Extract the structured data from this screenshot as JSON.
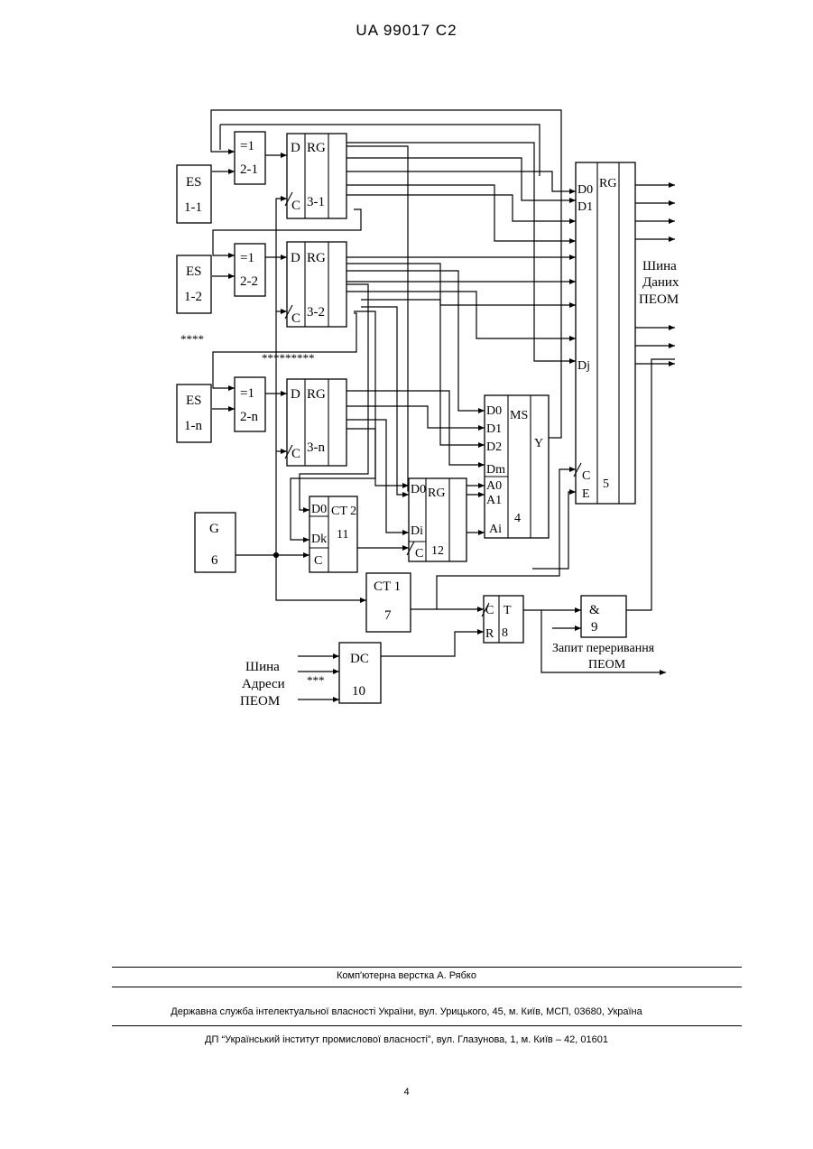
{
  "header": {
    "patent_id": "UA   99017   C2"
  },
  "diagram": {
    "blocks": {
      "es1": {
        "l1": "ES",
        "l2": "1-1"
      },
      "es2": {
        "l1": "ES",
        "l2": "1-2"
      },
      "esn": {
        "l1": "ES",
        "l2": "1-n"
      },
      "xor1": {
        "l1": "=1",
        "l2": "2-1"
      },
      "xor2": {
        "l1": "=1",
        "l2": "2-2"
      },
      "xorn": {
        "l1": "=1",
        "l2": "2-n"
      },
      "rg1": {
        "d": "D",
        "type": "RG",
        "c": "C",
        "num": "3-1"
      },
      "rg2": {
        "d": "D",
        "type": "RG",
        "c": "C",
        "num": "3-2"
      },
      "rgn": {
        "d": "D",
        "type": "RG",
        "c": "C",
        "num": "3-n"
      },
      "gen": {
        "l1": "G",
        "l2": "6"
      },
      "ct2": {
        "d0": "D0",
        "dk": "Dk",
        "c": "C",
        "type": "CT 2",
        "num": "11"
      },
      "rg12": {
        "d0": "D0",
        "di": "Di",
        "c": "C",
        "type": "RG",
        "num": "12"
      },
      "ms": {
        "d0": "D0",
        "d1": "D1",
        "d2": "D2",
        "dm": "Dm",
        "a0": "A0",
        "a1": "A1",
        "ai": "Ai",
        "type": "MS",
        "y": "Y",
        "num": "4"
      },
      "rg5": {
        "d0": "D0",
        "d1": "D1",
        "dj": "Dj",
        "c": "C",
        "e": "E",
        "type": "RG",
        "num": "5"
      },
      "ct1": {
        "l1": "CT 1",
        "l2": "7"
      },
      "trig": {
        "c": "C",
        "r": "R",
        "type": "T",
        "num": "8"
      },
      "and": {
        "l1": "&",
        "l2": "9"
      },
      "dc": {
        "l1": "DC",
        "l2": "10"
      }
    },
    "labels": {
      "data_bus": [
        "Шина",
        "Даних",
        "ПЕОМ"
      ],
      "addr_bus": [
        "Шина",
        "Адреси",
        "ПЕОМ"
      ],
      "interrupt": [
        "Запит переривання",
        "ПЕОМ"
      ],
      "dots_es": "****",
      "dots_mid": "*********",
      "dots_addr": "***"
    }
  },
  "footer": {
    "layout": "Комп'ютерна верстка А. Рябко",
    "office": "Державна служба інтелектуальної власності України, вул. Урицького, 45, м. Київ, МСП, 03680, Україна",
    "institute": "ДП “Український інститут промислової власності”, вул. Глазунова, 1, м. Київ – 42, 01601",
    "page": "4"
  }
}
